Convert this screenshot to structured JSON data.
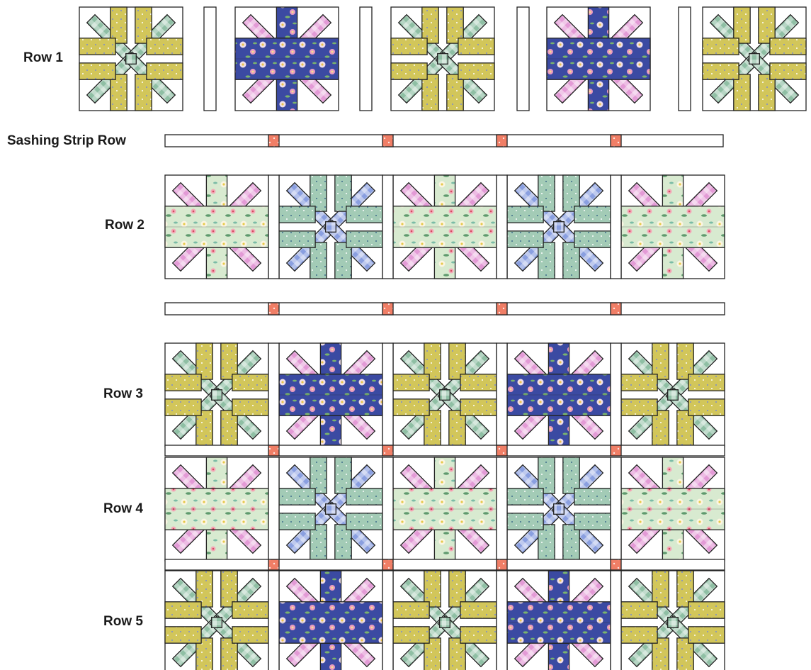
{
  "labels": {
    "row1": "Row 1",
    "sashing": "Sashing Strip Row",
    "row2": "Row 2",
    "row3": "Row 3",
    "row4": "Row 4",
    "row5": "Row 5"
  },
  "colors": {
    "outline": "#222222",
    "white": "#ffffff",
    "yellow_print": "#d2c65a",
    "green_gingham": "#8fbfa4",
    "pink_gingham": "#e39ad6",
    "blue_gingham": "#8a9fe0",
    "blue_floral": "#3b4aa2",
    "light_floral": "#d8ead0",
    "sage_print": "#a3cbb6",
    "coral_cornerstone": "#f07e66"
  },
  "blocks": {
    "yellow_green": {
      "strip": "yellow_print",
      "diagonal": "green_gingham",
      "center": "green_gingham",
      "floral": false
    },
    "blue_floral_pink": {
      "strip": "blue_floral",
      "diagonal": "pink_gingham",
      "center": "blue_floral",
      "floral": true
    },
    "light_floral_pink": {
      "strip": "light_floral",
      "diagonal": "pink_gingham",
      "center": "light_floral",
      "floral": true
    },
    "sage_blue": {
      "strip": "sage_print",
      "diagonal": "blue_gingham",
      "center": "blue_gingham",
      "floral": false
    }
  },
  "quilt_rows": [
    {
      "label": "Row 1",
      "pattern": [
        "yellow_green",
        "blue_floral_pink",
        "yellow_green",
        "blue_floral_pink",
        "yellow_green"
      ]
    },
    {
      "label": "Row 2",
      "pattern": [
        "light_floral_pink",
        "sage_blue",
        "light_floral_pink",
        "sage_blue",
        "light_floral_pink"
      ]
    },
    {
      "label": "Row 3",
      "pattern": [
        "yellow_green",
        "blue_floral_pink",
        "yellow_green",
        "blue_floral_pink",
        "yellow_green"
      ]
    },
    {
      "label": "Row 4",
      "pattern": [
        "light_floral_pink",
        "sage_blue",
        "light_floral_pink",
        "sage_blue",
        "light_floral_pink"
      ]
    },
    {
      "label": "Row 5",
      "pattern": [
        "yellow_green",
        "blue_floral_pink",
        "yellow_green",
        "blue_floral_pink",
        "yellow_green"
      ]
    }
  ],
  "cornerstones_per_sashing_row": 4
}
